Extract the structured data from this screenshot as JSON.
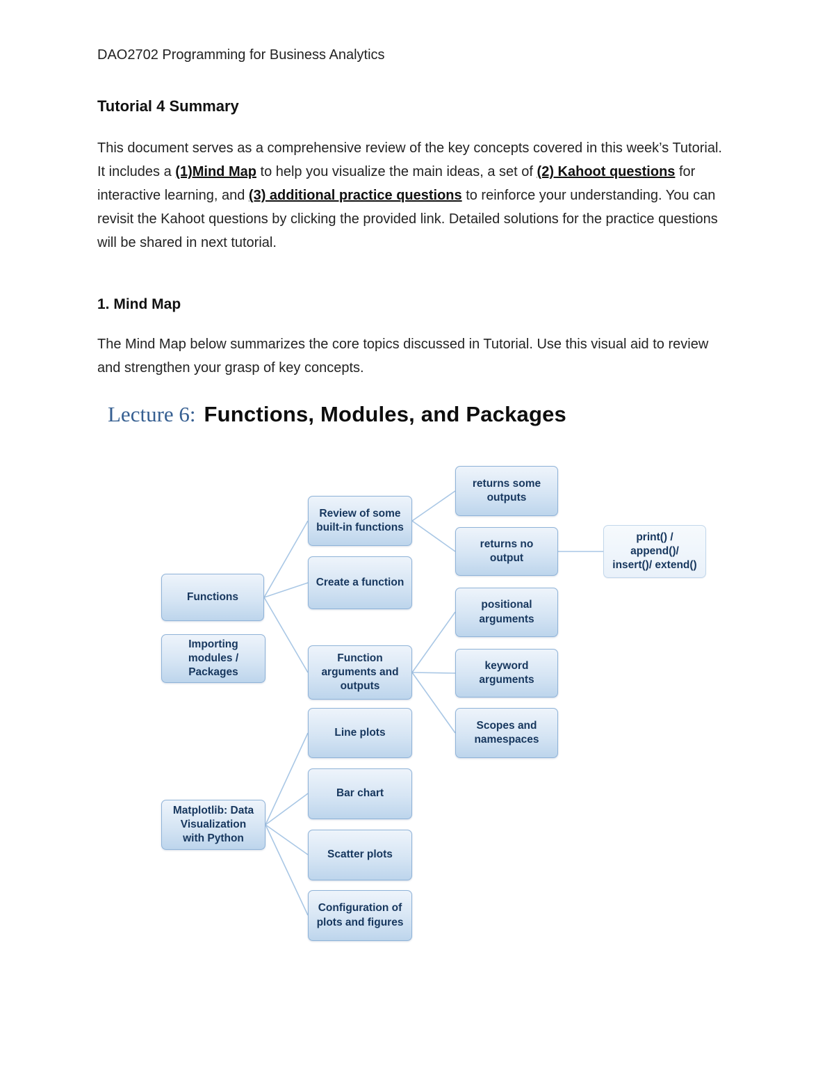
{
  "doc": {
    "header": "DAO2702 Programming for Business Analytics",
    "title": "Tutorial 4 Summary",
    "intro": [
      {
        "text": "This document serves as a comprehensive review of the key concepts covered in this week’s Tutorial. It includes a ",
        "style": "normal"
      },
      {
        "text": "(1)Mind Map",
        "style": "bold-underline"
      },
      {
        "text": " to help you visualize the main ideas, a set of ",
        "style": "normal"
      },
      {
        "text": "(2) Kahoot questions",
        "style": "bold-underline"
      },
      {
        "text": " for interactive learning, and ",
        "style": "normal"
      },
      {
        "text": "(3) additional practice questions",
        "style": "bold-underline"
      },
      {
        "text": " to reinforce your understanding. You can revisit the Kahoot questions by clicking the provided link. Detailed solutions for the practice questions will be shared in next tutorial.",
        "style": "normal"
      }
    ],
    "section_title": "1. Mind Map",
    "section_text": "The Mind Map below summarizes the core topics discussed in Tutorial. Use this visual aid to review and strengthen your grasp of key concepts."
  },
  "mindmap": {
    "title_prefix": "Lecture 6:",
    "title_main": "Functions, Modules, and Packages",
    "colors": {
      "box_border": "#8fb3d8",
      "box_fill_top": "#eef4fb",
      "box_fill_bottom": "#bdd5ec",
      "box_text": "#17375e",
      "connector": "#a9c7e5",
      "title_prefix_color": "#365f91"
    },
    "nodes": {
      "functions": "Functions",
      "importing": "Importing\nmodules /\nPackages",
      "matplotlib": "Matplotlib: Data\nVisualization\nwith Python",
      "review": "Review of some\nbuilt-in functions",
      "create": "Create a function",
      "funcargs": "Function\narguments and\noutputs",
      "lineplots": "Line plots",
      "barchart": "Bar chart",
      "scatter": "Scatter plots",
      "config": "Configuration of\nplots and figures",
      "returns_some": "returns some\noutputs",
      "returns_no": "returns no\noutput",
      "positional": "positional\narguments",
      "keyword": "keyword\narguments",
      "scopes": "Scopes and\nnamespaces",
      "print_fns": "print() /\nappend()/\ninsert()/ extend()"
    }
  }
}
